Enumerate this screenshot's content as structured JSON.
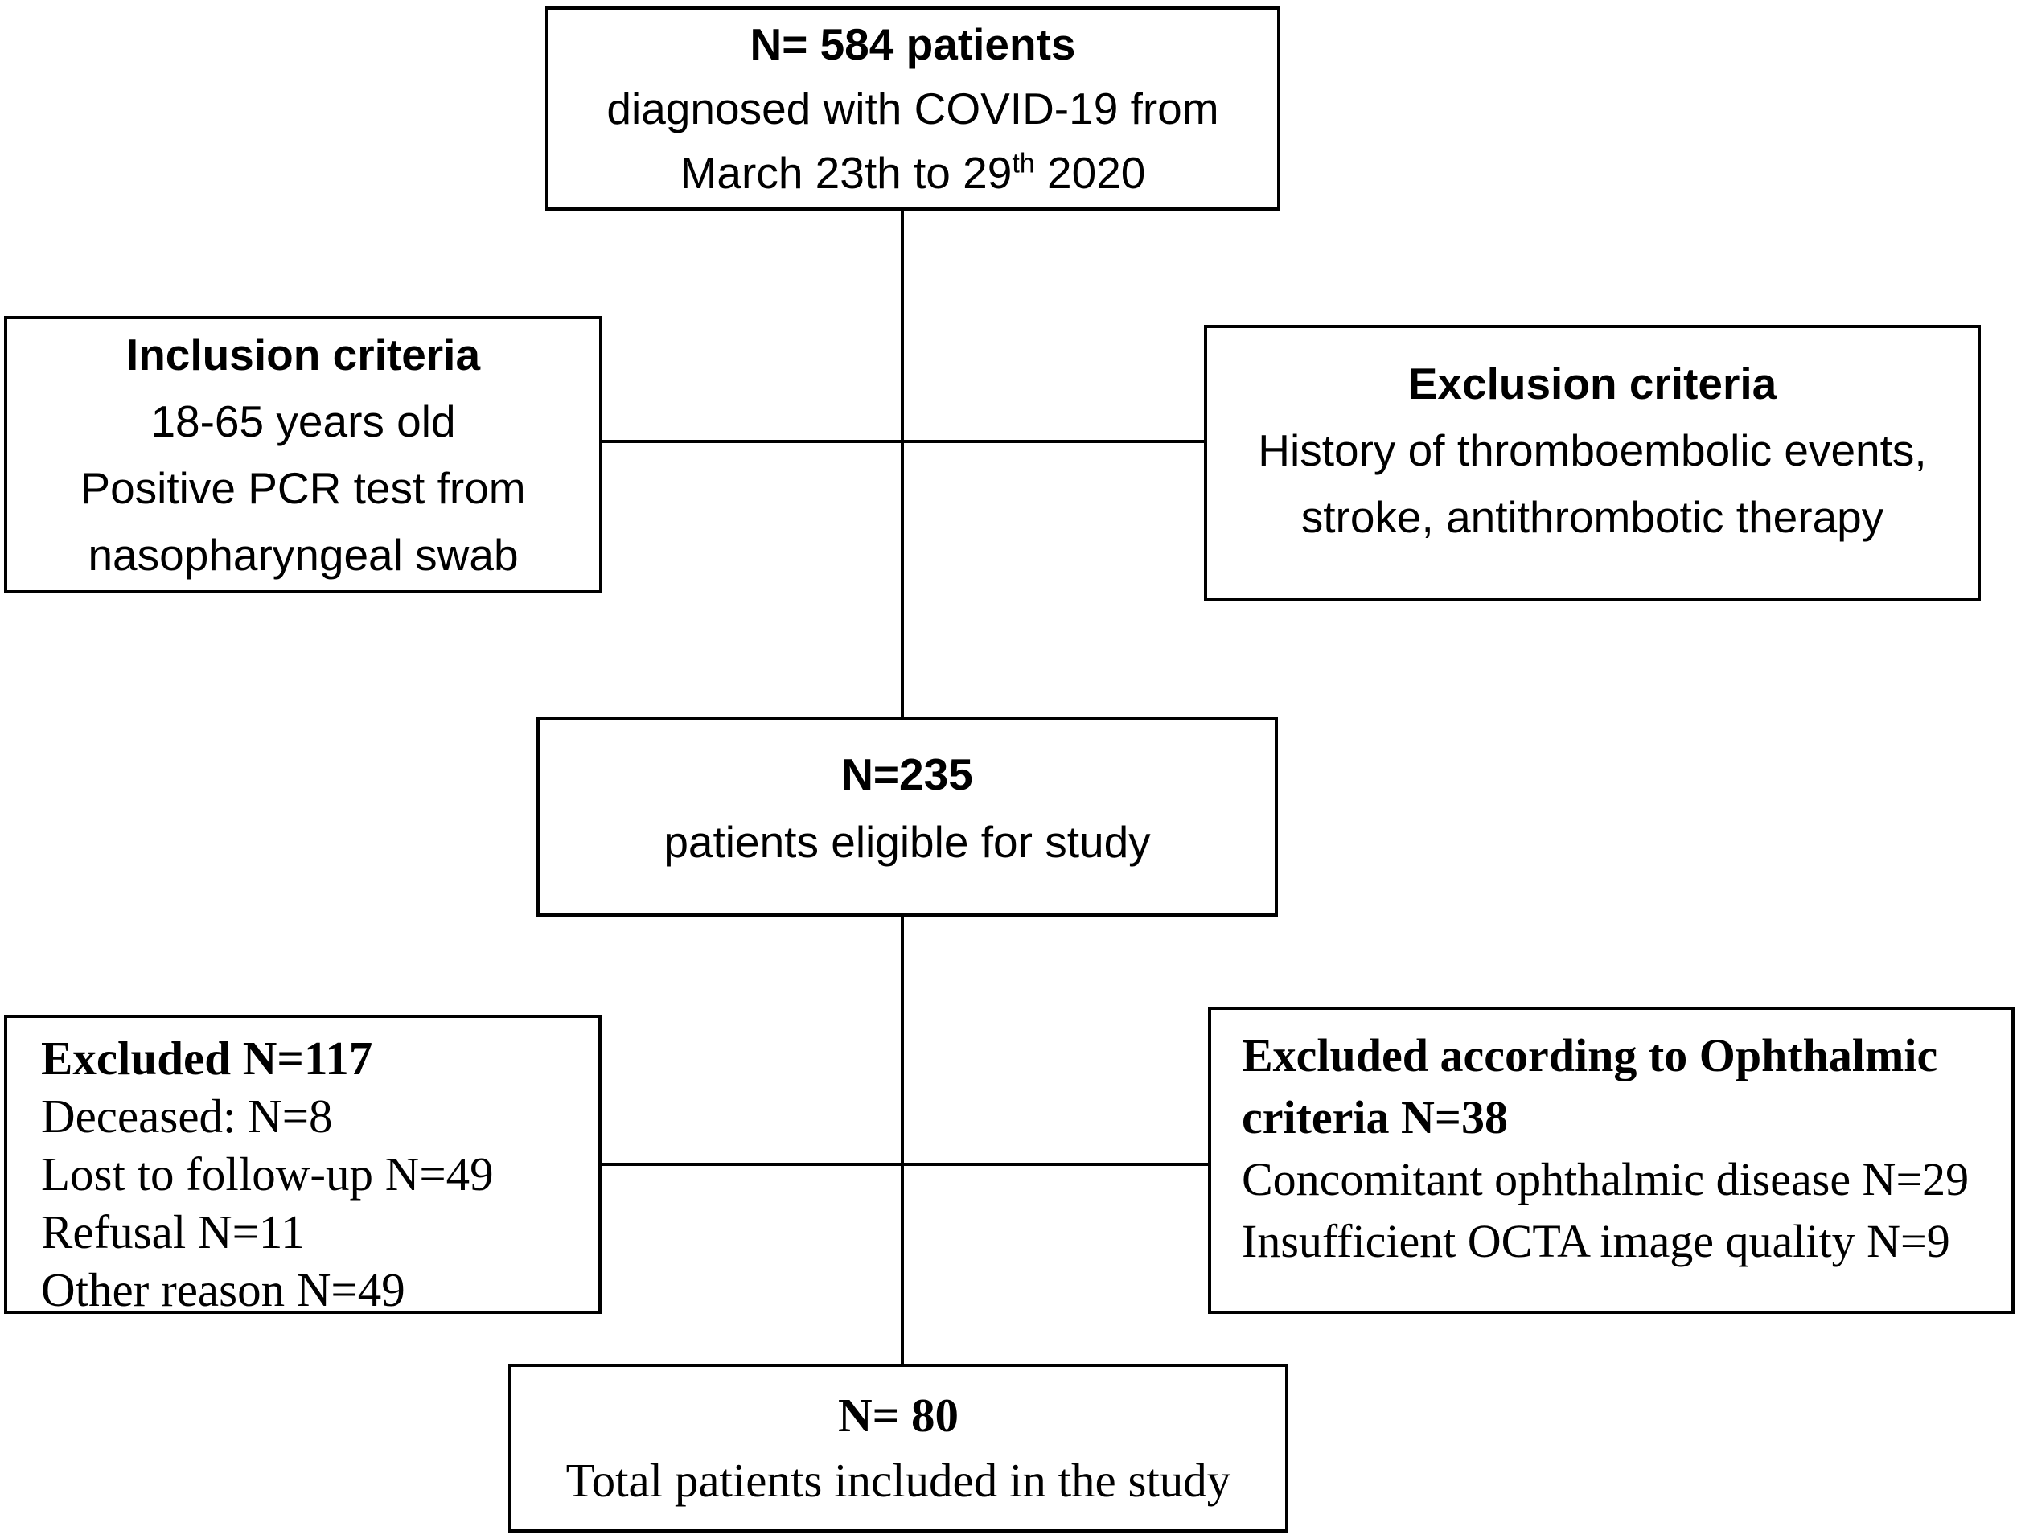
{
  "diagram": {
    "type": "flowchart",
    "subject": "COVID-19 study patient enrollment flow",
    "colors": {
      "background": "#ffffff",
      "border": "#000000",
      "text": "#000000",
      "connector": "#000000"
    },
    "boxes": {
      "diagnosed": {
        "heading": "N= 584 patients",
        "line2": "diagnosed with COVID-19 from",
        "line3_prefix": "March 23th to 29",
        "line3_sup": "th",
        "line3_suffix": " 2020"
      },
      "inclusion": {
        "heading": "Inclusion criteria",
        "lines": [
          "18-65 years old",
          "Positive PCR test from",
          "nasopharyngeal swab"
        ]
      },
      "exclusion": {
        "heading": "Exclusion criteria",
        "lines": [
          "History of thromboembolic events,",
          "stroke, antithrombotic therapy"
        ]
      },
      "eligible": {
        "heading": "N=235",
        "line2": "patients eligible for study"
      },
      "excluded": {
        "heading": "Excluded N=117",
        "lines": [
          "Deceased: N=8",
          "Lost to follow-up N=49",
          "Refusal N=11",
          "Other reason N=49"
        ]
      },
      "ophthalmic": {
        "heading": "Excluded according to Ophthalmic criteria N=38",
        "lines": [
          "Concomitant ophthalmic disease N=29",
          "Insufficient OCTA image quality N=9"
        ]
      },
      "included": {
        "heading": "N= 80",
        "line2": "Total patients included in the study"
      }
    }
  }
}
